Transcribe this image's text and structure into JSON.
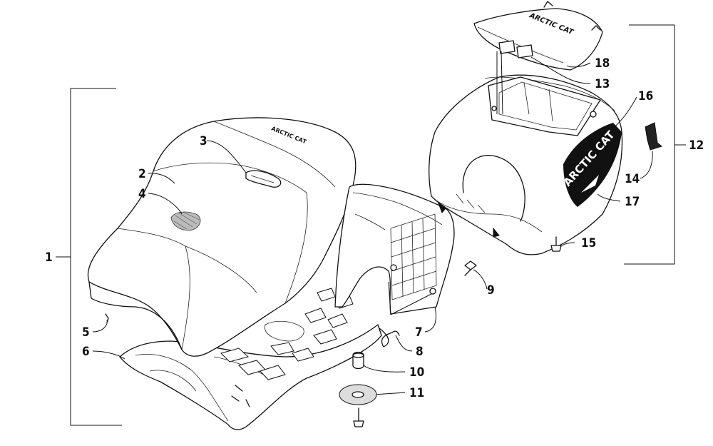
{
  "callouts": {
    "c1": "1",
    "c2": "2",
    "c3": "3",
    "c4": "4",
    "c5": "5",
    "c6": "6",
    "c7": "7",
    "c8": "8",
    "c9": "9",
    "c10": "10",
    "c11": "11",
    "c12": "12",
    "c13": "13",
    "c14": "14",
    "c15": "15",
    "c16": "16",
    "c17": "17",
    "c18": "18"
  },
  "decal_text": "ARCTIC CAT",
  "seat_embroidery": "ARCTIC CAT",
  "lid_logo_text": "ARCTIC CAT"
}
